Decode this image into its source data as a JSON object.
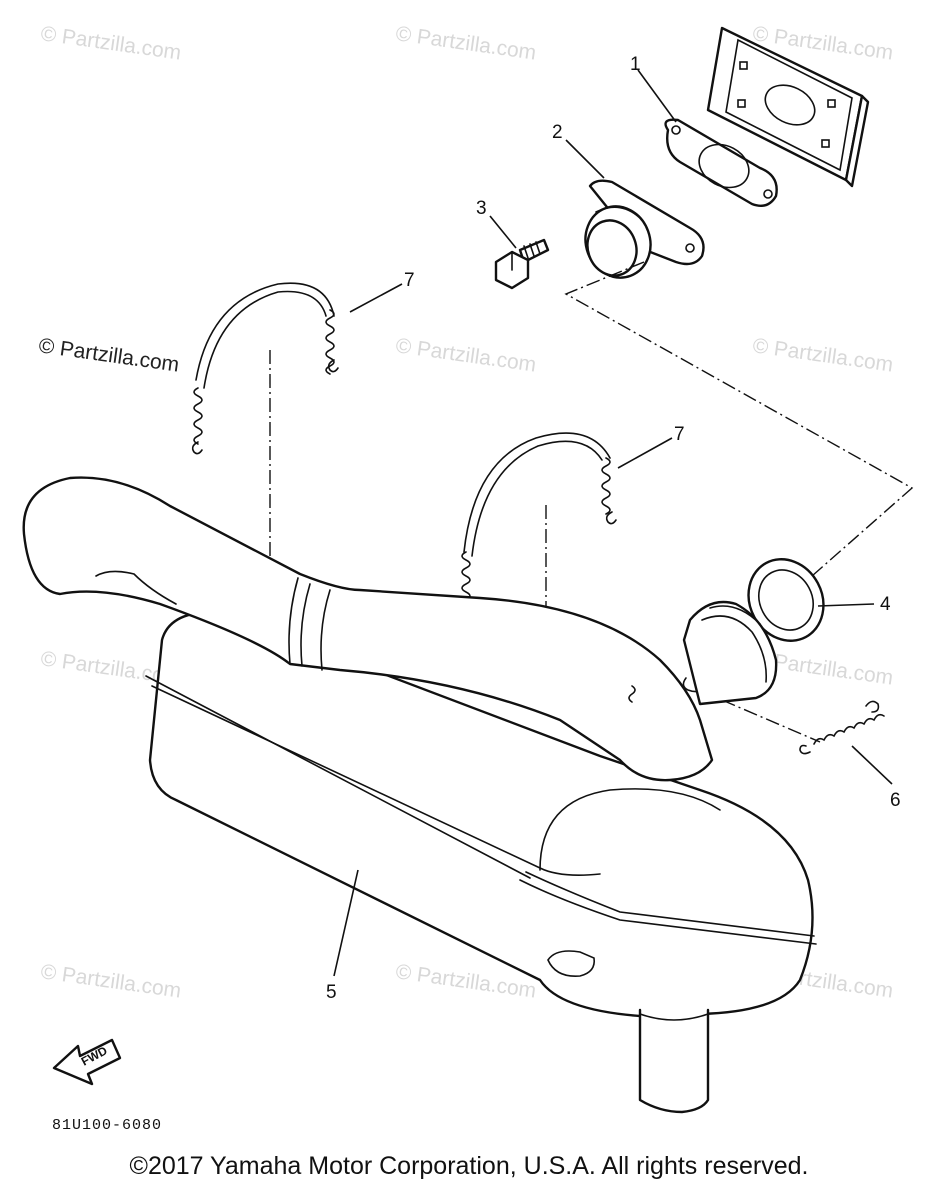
{
  "diagram": {
    "callouts": [
      "1",
      "2",
      "3",
      "4",
      "5",
      "6",
      "7",
      "7"
    ],
    "watermark": "© Partzilla.com",
    "diagram_code": "81U100-6080",
    "direction_label": "FWD",
    "copyright": "©2017 Yamaha Motor Corporation, U.S.A. All rights reserved."
  }
}
